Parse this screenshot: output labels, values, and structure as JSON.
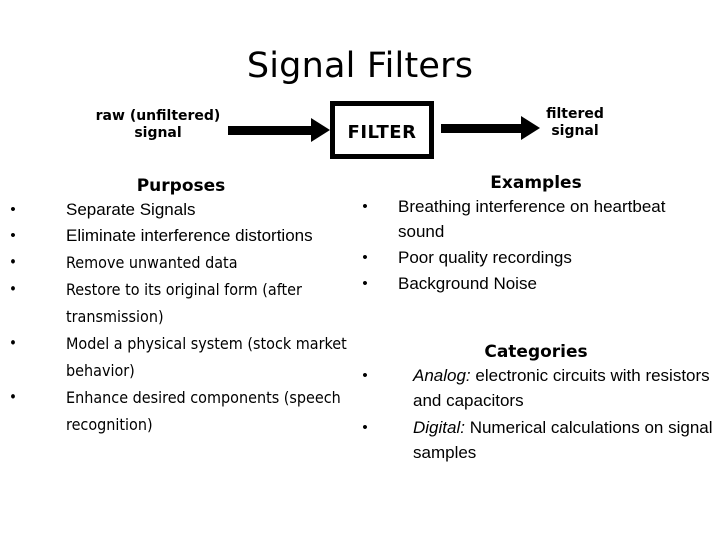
{
  "slide": {
    "title": "Signal Filters"
  },
  "diagram": {
    "input_label": "raw (unfiltered)\nsignal",
    "input_label_line1": "raw (unfiltered)",
    "input_label_line2": "signal",
    "block_label": "FILTER",
    "output_label_line1": "filtered",
    "output_label_line2": "signal",
    "arrow_in_name": "arrow-right",
    "arrow_out_name": "arrow-right"
  },
  "purposes": {
    "heading": "Purposes",
    "bullet_glyph": "•",
    "items": [
      "Separate Signals",
      "Eliminate interference distortions",
      "Remove unwanted data",
      "Restore to its original form (after transmission)",
      "Model a physical system (stock market behavior)",
      "Enhance desired components (speech recognition)"
    ]
  },
  "examples": {
    "heading": "Examples",
    "bullet_glyph": "•",
    "items": [
      "Breathing interference on heartbeat sound",
      "Poor quality recordings",
      "Background Noise"
    ]
  },
  "categories": {
    "heading": "Categories",
    "bullet_glyph": "•",
    "items": [
      {
        "term": "Analog:",
        "description": " electronic circuits with resistors and capacitors"
      },
      {
        "term": "Digital:",
        "description": " Numerical calculations on signal samples"
      }
    ]
  },
  "colors": {
    "background": "#ffffff",
    "text": "#000000",
    "diagram_stroke": "#000000"
  }
}
